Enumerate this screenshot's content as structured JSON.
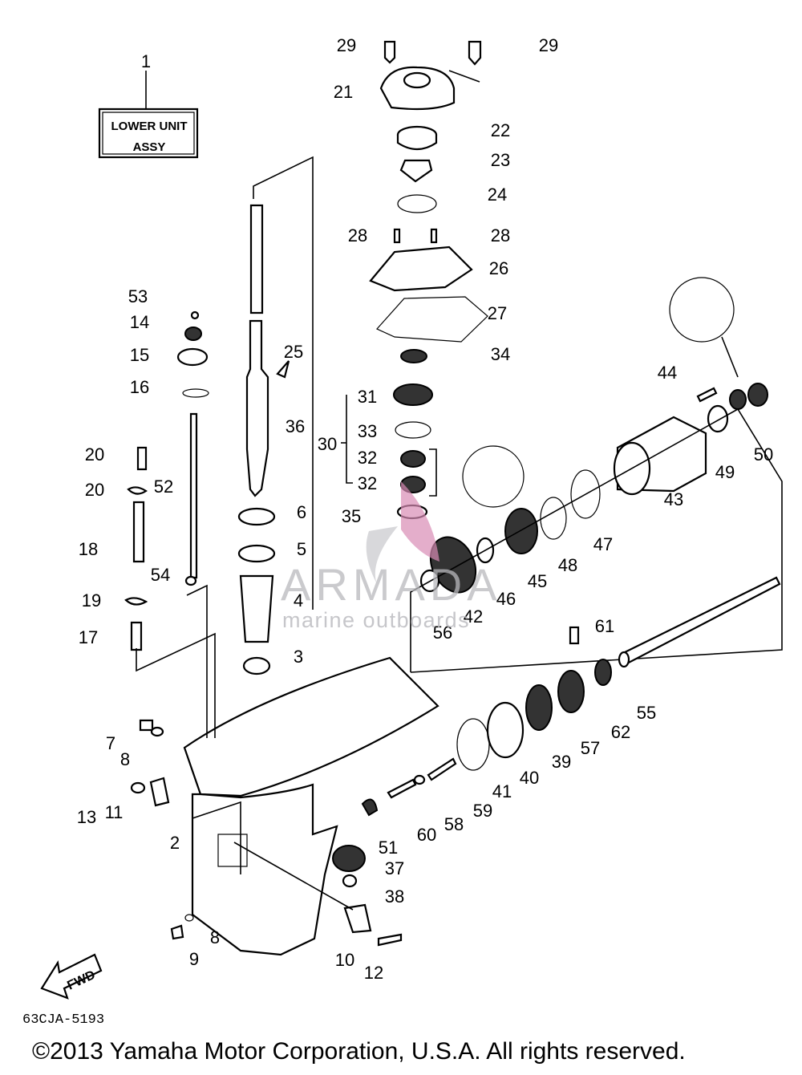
{
  "diagram": {
    "box_label_line1": "LOWER UNIT",
    "box_label_line2": "ASSY",
    "fwd_label": "FWD",
    "diagram_code": "63CJA-5193",
    "copyright": "©2013 Yamaha Motor Corporation, U.S.A. All rights reserved.",
    "watermark_title": "ARMADA",
    "watermark_subtitle": "marine outboards",
    "callouts": [
      "1",
      "2",
      "3",
      "4",
      "5",
      "6",
      "7",
      "8",
      "8",
      "9",
      "10",
      "11",
      "12",
      "13",
      "14",
      "15",
      "16",
      "17",
      "18",
      "19",
      "20",
      "20",
      "21",
      "22",
      "23",
      "24",
      "25",
      "26",
      "27",
      "28",
      "28",
      "29",
      "29",
      "30",
      "31",
      "32",
      "32",
      "33",
      "34",
      "35",
      "36",
      "37",
      "38",
      "39",
      "40",
      "41",
      "42",
      "43",
      "44",
      "45",
      "46",
      "47",
      "48",
      "49",
      "50",
      "51",
      "52",
      "53",
      "54",
      "55",
      "56",
      "57",
      "58",
      "59",
      "60",
      "61",
      "62"
    ]
  },
  "colors": {
    "line": "#000000",
    "watermark": "#b9b9bd",
    "watermark_accent": "#d98cb5"
  }
}
